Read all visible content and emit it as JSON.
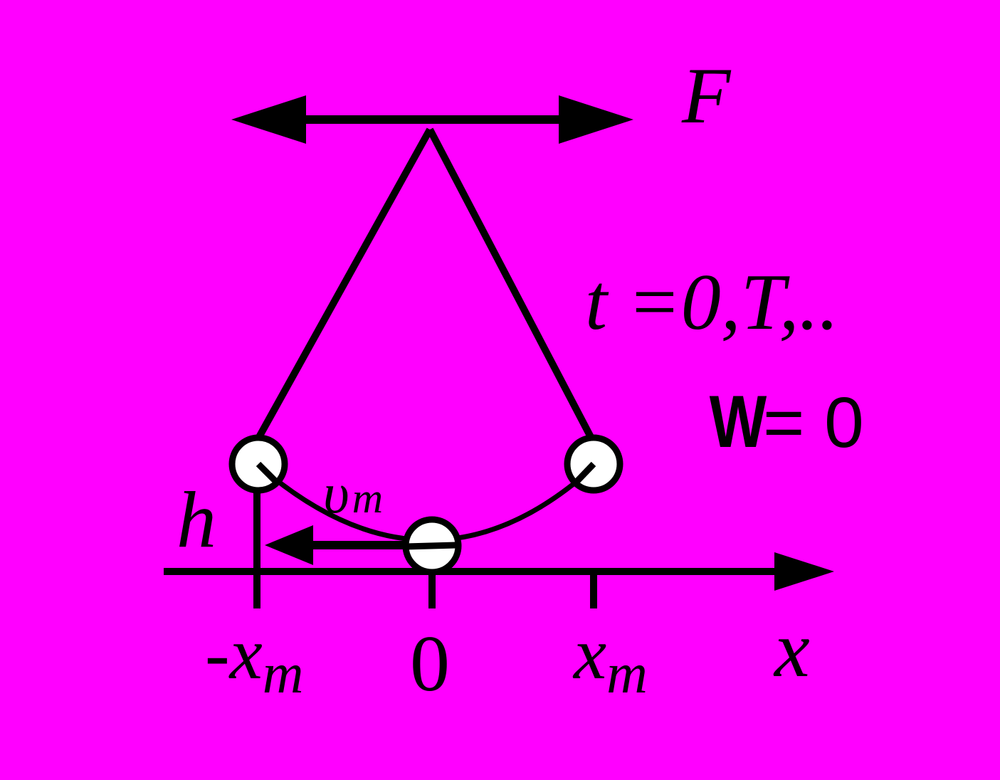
{
  "labels": {
    "force": "F",
    "time_condition": "t =0,T,..",
    "energy_var": "W",
    "energy_eq": "= 0",
    "velocity": "υ",
    "velocity_sub": "m",
    "height": "h",
    "tick_neg": "-x",
    "tick_neg_sub": "m",
    "tick_zero": "0",
    "tick_pos": "x",
    "tick_pos_sub": "m",
    "axis": "x"
  },
  "colors": {
    "background": "#ff00ff",
    "ink": "#000000",
    "bob_fill": "#ffffff"
  }
}
